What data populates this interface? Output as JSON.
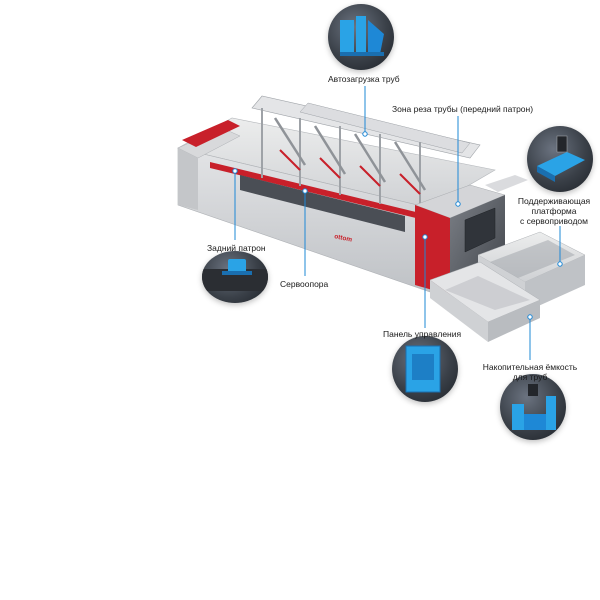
{
  "callouts": {
    "tube_autoloader": "Автозагрузка труб",
    "cutting_zone": "Зона реза трубы (передний патрон)",
    "support_platform_line1": "Поддерживающая",
    "support_platform_line2": "платформа",
    "support_platform_line3": "с сервоприводом",
    "rear_chuck": "Задний патрон",
    "servo_support": "Сервоопора",
    "control_panel": "Панель управления",
    "storage_bin_line1": "Накопительная ёмкость",
    "storage_bin_line2": "для труб"
  },
  "machine": {
    "brand_logo": "ottom"
  },
  "colors": {
    "accent_red": "#c8202a",
    "callout_blue": "#1e88d6",
    "thumb_blue": "#2aa3e6",
    "body_grey": "#d9dadc",
    "dark_grey": "#5c6068"
  }
}
